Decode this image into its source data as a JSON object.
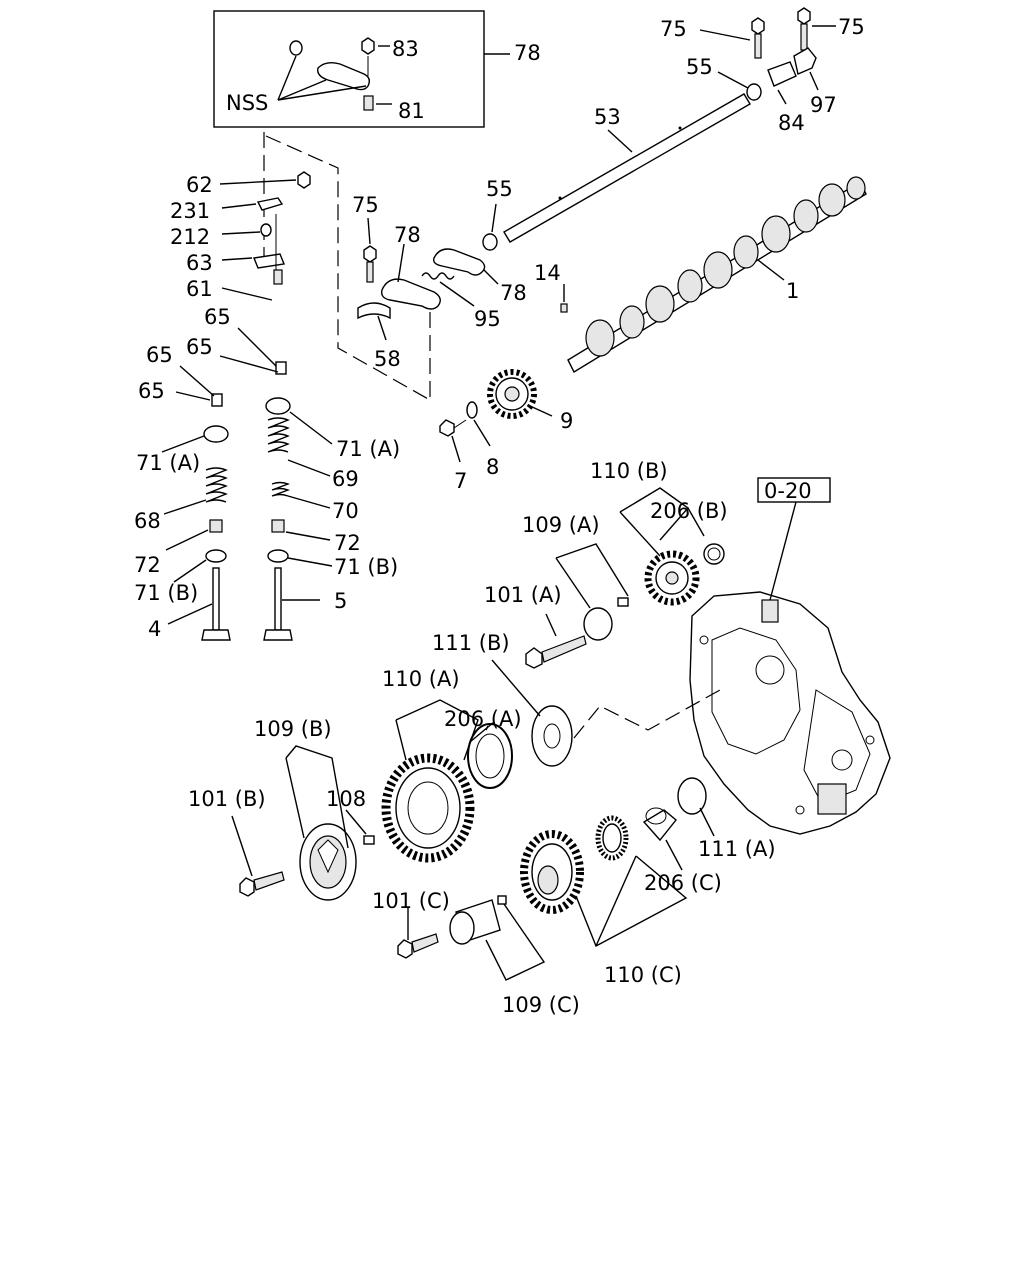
{
  "labels": {
    "l75a": "75",
    "l75b": "75",
    "l83": "83",
    "l78top": "78",
    "lNSS": "NSS",
    "l81": "81",
    "l55top": "55",
    "l84": "84",
    "l97": "97",
    "l53": "53",
    "l62": "62",
    "l231": "231",
    "l212": "212",
    "l63": "63",
    "l61": "61",
    "l65a": "65",
    "l65b": "65",
    "l65c": "65",
    "l65d": "65",
    "l75mid": "75",
    "l78mid": "78",
    "l78r": "78",
    "l95": "95",
    "l58": "58",
    "l55mid": "55",
    "l14": "14",
    "l1": "1",
    "l9": "9",
    "l7": "7",
    "l8": "8",
    "l71aR": "71 (A)",
    "l71aL": "71 (A)",
    "l69": "69",
    "l70": "70",
    "l68": "68",
    "l72R": "72",
    "l72L": "72",
    "l71bR": "71 (B)",
    "l71bL": "71 (B)",
    "l5": "5",
    "l4": "4",
    "l110b": "110 (B)",
    "l206b": "206 (B)",
    "l020": "0-20",
    "l109a": "109 (A)",
    "l101a": "101 (A)",
    "l111b": "111 (B)",
    "l110a": "110 (A)",
    "l206a": "206 (A)",
    "l109b": "109 (B)",
    "l108": "108",
    "l101b": "101 (B)",
    "l111a": "111 (A)",
    "l206c": "206 (C)",
    "l101c": "101 (C)",
    "l110c": "110 (C)",
    "l109c": "109 (C)"
  }
}
